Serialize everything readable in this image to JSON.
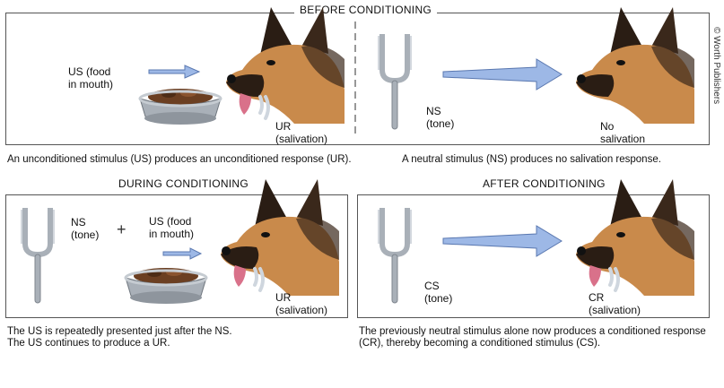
{
  "credit": "© Worth Publishers",
  "panels": {
    "before": {
      "title": "BEFORE CONDITIONING",
      "us_label": "US (food\nin mouth)",
      "ur_label": "UR\n(salivation)",
      "ns_label": "NS\n(tone)",
      "no_response_label": "No\nsalivation",
      "caption_left": "An unconditioned stimulus (US) produces an unconditioned response (UR).",
      "caption_right": "A neutral stimulus (NS) produces no salivation response."
    },
    "during": {
      "title": "DURING CONDITIONING",
      "ns_label": "NS\n(tone)",
      "plus": "+",
      "us_label": "US (food\nin mouth)",
      "ur_label": "UR\n(salivation)",
      "caption_line1": "The US is repeatedly presented just after the NS.",
      "caption_line2": "The US continues to produce a UR."
    },
    "after": {
      "title": "AFTER CONDITIONING",
      "cs_label": "CS\n(tone)",
      "cr_label": "CR\n(salivation)",
      "caption_line1": "The previously neutral stimulus alone now produces a conditioned response",
      "caption_line2": "(CR), thereby becoming a conditioned stimulus (CS)."
    }
  },
  "colors": {
    "arrow_fill": "#9db8e6",
    "arrow_stroke": "#5a78b0",
    "fur_tan": "#c98a4b",
    "fur_dark": "#2a1d14",
    "bowl_metal": "#a9b0b8",
    "food": "#6b3f22",
    "tongue": "#d9718a"
  }
}
